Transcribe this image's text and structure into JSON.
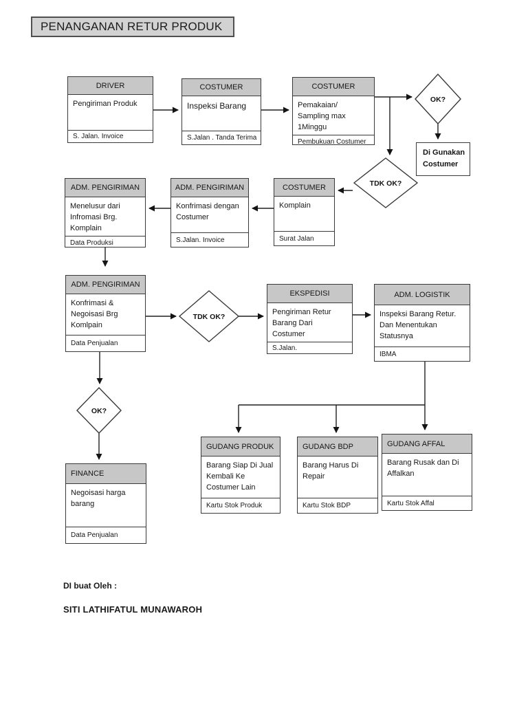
{
  "title": "PENANGANAN RETUR PRODUK",
  "boxes": {
    "driver": {
      "header": "DRIVER",
      "body": "Pengiriman Produk",
      "footer": "S. Jalan. Invoice"
    },
    "costumer_inspeksi": {
      "header": "COSTUMER",
      "body": "Inspeksi Barang",
      "footer": "S.Jalan . Tanda Terima"
    },
    "costumer_pemakaian": {
      "header": "COSTUMER",
      "body": "Pemakaian/ Sampling max 1Minggu",
      "footer": "Pembukuan Costumer"
    },
    "di_gunakan_costumer": {
      "body": "Di Gunakan Costumer"
    },
    "adm_pengiriman_menelusur": {
      "header": "ADM. PENGIRIMAN",
      "body": "Menelusur dari Infromasi Brg. Komplain",
      "footer": "Data Produksi"
    },
    "adm_pengiriman_konfrimasi": {
      "header": "ADM. PENGIRIMAN",
      "body": "Konfrimasi dengan Costumer",
      "footer": "S.Jalan. Invoice"
    },
    "costumer_komplain": {
      "header": "COSTUMER",
      "body": "Komplain",
      "footer": "Surat Jalan"
    },
    "adm_pengiriman_negoisasi": {
      "header": "ADM. PENGIRIMAN",
      "body": "Konfrimasi & Negoisasi Brg Komlpain",
      "footer": "Data Penjualan"
    },
    "ekspedisi": {
      "header": "EKSPEDISI",
      "body": "Pengiriman Retur Barang Dari Costumer",
      "footer": "S.Jalan."
    },
    "adm_logistik": {
      "header": "ADM. LOGISTIK",
      "body": "Inspeksi Barang Retur. Dan Menentukan Statusnya",
      "footer": "IBMA"
    },
    "finance": {
      "header": "FINANCE",
      "body": "Negoisasi harga barang",
      "footer": "Data Penjualan"
    },
    "gudang_produk": {
      "header": "GUDANG PRODUK",
      "body": "Barang Siap Di Jual Kembali Ke Costumer Lain",
      "footer": "Kartu Stok Produk"
    },
    "gudang_bdp": {
      "header": "GUDANG BDP",
      "body": "Barang Harus Di Repair",
      "footer": "Kartu Stok BDP"
    },
    "gudang_affal": {
      "header": "GUDANG AFFAL",
      "body": "Barang Rusak dan Di Affalkan",
      "footer": "Kartu Stok Affal"
    }
  },
  "decisions": {
    "ok_top": "OK?",
    "tdk_ok_row2": "TDK OK?",
    "tdk_ok_row3": "TDK OK?",
    "ok_bottom": "OK?"
  },
  "signature": {
    "label": "DI buat Oleh :",
    "name": "SITI LATHIFATUL MUNAWAROH"
  },
  "colors": {
    "header_fill": "#c7c7c7",
    "title_fill": "#d2d2d2",
    "line": "#1f1f1f",
    "background": "#ffffff"
  }
}
